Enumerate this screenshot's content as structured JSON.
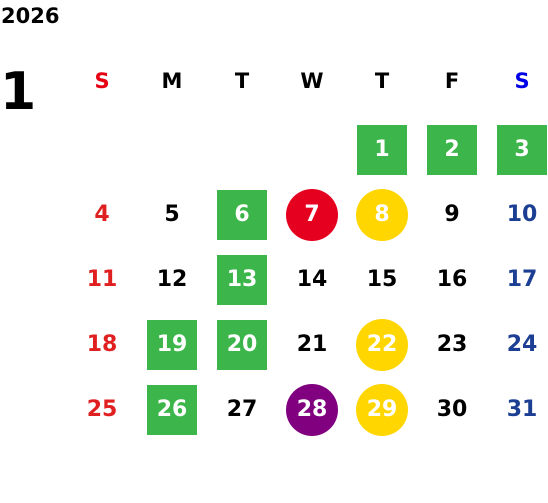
{
  "calendar": {
    "year": "2026",
    "month": "1",
    "weekdays": [
      {
        "label": "S",
        "color": "#e60012"
      },
      {
        "label": "M",
        "color": "#000000"
      },
      {
        "label": "T",
        "color": "#000000"
      },
      {
        "label": "W",
        "color": "#000000"
      },
      {
        "label": "T",
        "color": "#000000"
      },
      {
        "label": "F",
        "color": "#000000"
      },
      {
        "label": "S",
        "color": "#0000e6"
      }
    ],
    "colors": {
      "sunday": "#e02020",
      "weekday": "#000000",
      "saturday": "#1c3f94",
      "green": "#3cb54a",
      "red": "#e60020",
      "yellow": "#ffd600",
      "purple": "#800080"
    },
    "days": [
      {
        "day": "1",
        "col": 4,
        "row": 0,
        "style": "green"
      },
      {
        "day": "2",
        "col": 5,
        "row": 0,
        "style": "green"
      },
      {
        "day": "3",
        "col": 6,
        "row": 0,
        "style": "green"
      },
      {
        "day": "4",
        "col": 0,
        "row": 1,
        "style": "plain"
      },
      {
        "day": "5",
        "col": 1,
        "row": 1,
        "style": "plain"
      },
      {
        "day": "6",
        "col": 2,
        "row": 1,
        "style": "green"
      },
      {
        "day": "7",
        "col": 3,
        "row": 1,
        "style": "red-circle"
      },
      {
        "day": "8",
        "col": 4,
        "row": 1,
        "style": "yellow-circle"
      },
      {
        "day": "9",
        "col": 5,
        "row": 1,
        "style": "plain"
      },
      {
        "day": "10",
        "col": 6,
        "row": 1,
        "style": "plain"
      },
      {
        "day": "11",
        "col": 0,
        "row": 2,
        "style": "plain"
      },
      {
        "day": "12",
        "col": 1,
        "row": 2,
        "style": "plain"
      },
      {
        "day": "13",
        "col": 2,
        "row": 2,
        "style": "green"
      },
      {
        "day": "14",
        "col": 3,
        "row": 2,
        "style": "plain"
      },
      {
        "day": "15",
        "col": 4,
        "row": 2,
        "style": "plain"
      },
      {
        "day": "16",
        "col": 5,
        "row": 2,
        "style": "plain"
      },
      {
        "day": "17",
        "col": 6,
        "row": 2,
        "style": "plain"
      },
      {
        "day": "18",
        "col": 0,
        "row": 3,
        "style": "plain"
      },
      {
        "day": "19",
        "col": 1,
        "row": 3,
        "style": "green"
      },
      {
        "day": "20",
        "col": 2,
        "row": 3,
        "style": "green"
      },
      {
        "day": "21",
        "col": 3,
        "row": 3,
        "style": "plain"
      },
      {
        "day": "22",
        "col": 4,
        "row": 3,
        "style": "yellow-circle"
      },
      {
        "day": "23",
        "col": 5,
        "row": 3,
        "style": "plain"
      },
      {
        "day": "24",
        "col": 6,
        "row": 3,
        "style": "plain"
      },
      {
        "day": "25",
        "col": 0,
        "row": 4,
        "style": "plain"
      },
      {
        "day": "26",
        "col": 1,
        "row": 4,
        "style": "green"
      },
      {
        "day": "27",
        "col": 2,
        "row": 4,
        "style": "plain"
      },
      {
        "day": "28",
        "col": 3,
        "row": 4,
        "style": "purple-circle"
      },
      {
        "day": "29",
        "col": 4,
        "row": 4,
        "style": "yellow-circle"
      },
      {
        "day": "30",
        "col": 5,
        "row": 4,
        "style": "plain"
      },
      {
        "day": "31",
        "col": 6,
        "row": 4,
        "style": "plain"
      }
    ]
  }
}
